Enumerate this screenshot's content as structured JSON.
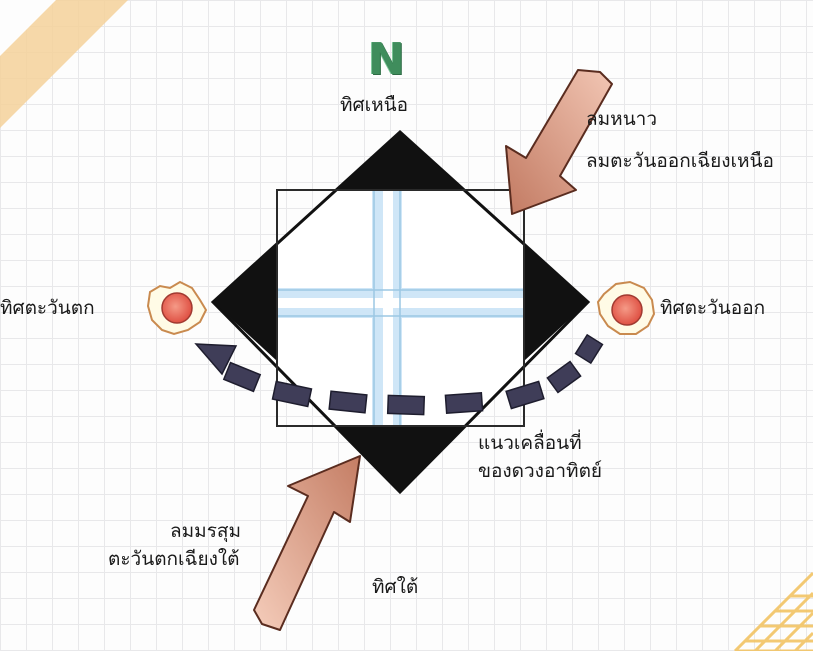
{
  "diagram": {
    "north_letter": "N",
    "labels": {
      "north": "ทิศเหนือ",
      "northeast_wind_line1": "ลมหนาว",
      "northeast_wind_line2": "ลมตะวันออกเฉียงเหนือ",
      "west": "ทิศตะวันตก",
      "east": "ทิศตะวันออก",
      "sun_path_line1": "แนวเคลื่อนที่",
      "sun_path_line2": "ของดวงอาทิตย์",
      "southwest_wind_line1": "ลมมรสุม",
      "southwest_wind_line2": "ตะวันตกเฉียงใต้",
      "south": "ทิศใต้"
    },
    "icons": {
      "sun_west": "sun-icon",
      "sun_east": "sun-icon",
      "north_letter": "north-letter-icon",
      "wind_arrows": "wind-arrow-icon",
      "sun_path": "sun-path-arrow-icon"
    },
    "colors": {
      "north_letter": "#3f8d5c",
      "wind_arrow": "#cf8a70",
      "sun_path": "#3f3d58",
      "window_glass": "#cfe6f7",
      "triangles": "#111111",
      "sun": "#e25a4d"
    }
  }
}
